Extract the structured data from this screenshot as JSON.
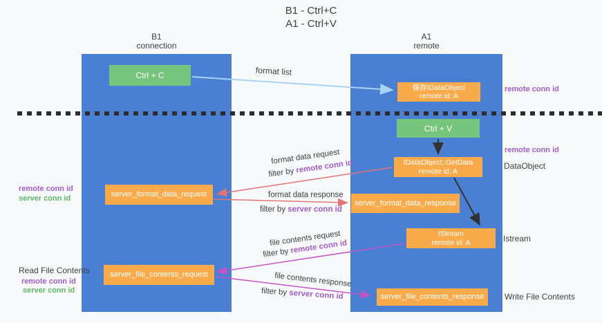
{
  "title": {
    "line1": "B1 - Ctrl+C",
    "line2": "A1 - Ctrl+V"
  },
  "columns": {
    "b1": {
      "name": "B1",
      "subtitle": "connection"
    },
    "a1": {
      "name": "A1",
      "subtitle": "remote"
    }
  },
  "boxes": {
    "ctrl_c": "Ctrl + C",
    "ctrl_v": "Ctrl + V",
    "save_dataobject": {
      "line1": "保存IDataObject",
      "line2": "remote id: A"
    },
    "getdata": {
      "line1": "IDataObject::GetData",
      "line2": "remote id: A"
    },
    "istream": {
      "line1": "IStream",
      "line2": "remote id: A"
    },
    "format_request": "server_format_data_request",
    "format_response": "server_format_data_response",
    "file_request": "server_file_contents_request",
    "file_response": "server_file_contents_response"
  },
  "arrow_labels": {
    "format_list": "format list",
    "format_request": "format data request",
    "format_request_filter_prefix": "filter by ",
    "format_request_filter_key": "remote conn id",
    "format_response": "format data response",
    "format_response_filter_prefix": "filter by ",
    "format_response_filter_key": "server conn id",
    "file_request": "file contents request",
    "file_request_filter_prefix": "filter by ",
    "file_request_filter_key": "remote conn id",
    "file_response": "file contents response",
    "file_response_filter_prefix": "filter by ",
    "file_response_filter_key": "server conn id"
  },
  "side_labels": {
    "right_remote_conn_top": "remote conn id",
    "right_remote_conn_mid": "remote conn id",
    "right_dataobject": "DataObject",
    "right_istream": "Istream",
    "right_write_file": "Write File Contents",
    "left_remote_conn_1": "remote conn id",
    "left_server_conn_1": "server conn id",
    "left_read_file": "Read File Contents",
    "left_remote_conn_2": "remote conn id",
    "left_server_conn_2": "server conn id"
  },
  "colors": {
    "column_blue": "#4a80d4",
    "box_orange": "#f9ab4b",
    "box_green": "#77c47d",
    "arrow_lightblue": "#a9d3f2",
    "arrow_red": "#e57373",
    "arrow_magenta": "#c653c6",
    "arrow_black": "#333333",
    "text_purple": "#a35cc8",
    "text_green": "#5cb963",
    "text_dark": "#3c4043",
    "background": "#f8f9fa"
  }
}
